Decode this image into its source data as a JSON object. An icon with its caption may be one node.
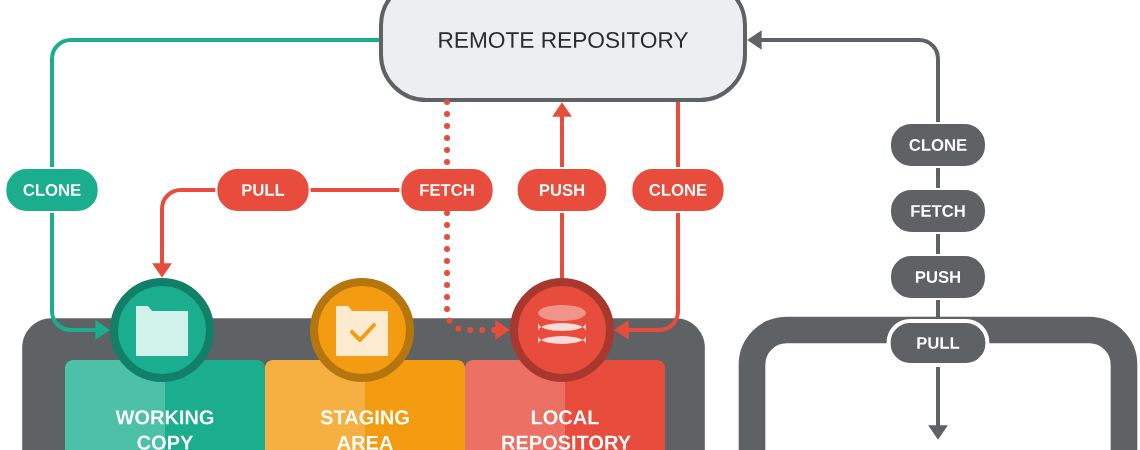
{
  "diagram": {
    "nodes": [
      {
        "text": [
          "REMOTE REPOSITORY"
        ]
      },
      {
        "text": [
          "CLONE"
        ]
      },
      {
        "text": [
          "PULL"
        ]
      },
      {
        "text": [
          "FETCH"
        ]
      },
      {
        "text": [
          "PUSH"
        ]
      },
      {
        "text": [
          "CLONE"
        ]
      },
      {
        "text": [
          "CLONE"
        ]
      },
      {
        "text": [
          "FETCH"
        ]
      },
      {
        "text": [
          "PUSH"
        ]
      },
      {
        "text": [
          "PULL"
        ]
      },
      {
        "text": [],
        "shape": "box"
      },
      {
        "text": [
          "WORKING COPY"
        ],
        "in": 10
      },
      {
        "text": [
          "STAGING AREA"
        ],
        "in": 10
      },
      {
        "text": [
          "LOCAL REPOSITORY"
        ],
        "in": 10
      },
      {
        "text": [],
        "shape": "circle"
      },
      {
        "text": [],
        "shape": "circle"
      },
      {
        "text": [],
        "shape": "circle"
      },
      {
        "text": [],
        "shape": "box"
      }
    ],
    "edges": [
      {
        "from": 0,
        "to": 1,
        "arrow": "none",
        "color": "#1aae8f"
      },
      {
        "from": 1,
        "to": 14,
        "arrow": "to",
        "color": "#1aae8f"
      },
      {
        "from": 3,
        "to": 2,
        "arrow": "none"
      },
      {
        "from": 2,
        "to": 14,
        "arrow": "to"
      },
      {
        "from": 0,
        "to": 3,
        "arrow": "none",
        "style": "dashed"
      },
      {
        "from": 3,
        "to": 16,
        "arrow": "to",
        "style": "dashed"
      },
      {
        "from": 16,
        "to": 4,
        "arrow": "none"
      },
      {
        "from": 4,
        "to": 0,
        "arrow": "to"
      },
      {
        "from": 0,
        "to": 5,
        "arrow": "none"
      },
      {
        "from": 5,
        "to": 16,
        "arrow": "to"
      },
      {
        "from": 6,
        "to": 0,
        "arrow": "to",
        "color": "#5f6265"
      },
      {
        "from": 6,
        "to": 7,
        "arrow": "none",
        "color": "#5f6265"
      },
      {
        "from": 7,
        "to": 8,
        "arrow": "none",
        "color": "#5f6265"
      },
      {
        "from": 8,
        "to": 9,
        "arrow": "none",
        "color": "#5f6265"
      },
      {
        "from": 9,
        "to": 17,
        "arrow": "to",
        "color": "#5f6265"
      }
    ]
  }
}
